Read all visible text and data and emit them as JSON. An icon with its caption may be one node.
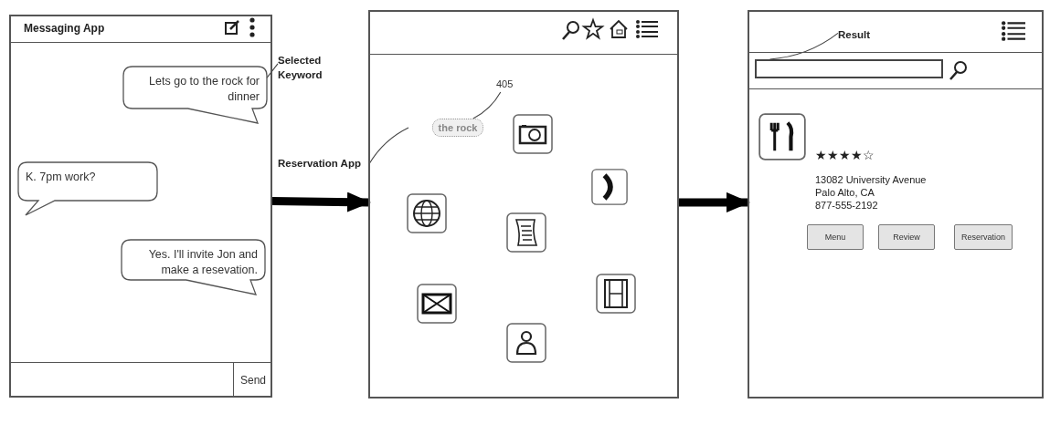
{
  "diagram": {
    "nodes": [
      {
        "text": [
          "Messaging App"
        ]
      },
      {
        "text": [
          "Lets go to the rock for dinner"
        ],
        "in": 0
      },
      {
        "text": [
          "K. 7pm work?"
        ],
        "in": 0
      },
      {
        "text": [
          "Yes. I'll invite Jon and make a resevation."
        ],
        "in": 0
      },
      {
        "text": [
          "Send"
        ],
        "in": 0
      },
      {
        "text": [
          "Selected Keyword"
        ]
      },
      {
        "text": [],
        "shape": "box"
      },
      {
        "text": [
          "the rock"
        ],
        "in": 6
      },
      {
        "text": [
          "405"
        ],
        "in": 6
      },
      {
        "text": [
          "Reservation App"
        ]
      },
      {
        "text": [],
        "shape": "box"
      },
      {
        "text": [],
        "shape": "box",
        "in": 10
      },
      {
        "text": [
          "Result"
        ],
        "in": 10
      },
      {
        "text": [
          "Menu"
        ],
        "in": 10
      },
      {
        "text": [
          "Review"
        ],
        "in": 10
      },
      {
        "text": [
          "Reservation"
        ],
        "in": 10
      }
    ],
    "edges": [
      {
        "from": 0,
        "to": 6,
        "arrow": "to",
        "style": "thick"
      },
      {
        "from": 6,
        "to": 10,
        "arrow": "to",
        "style": "thick"
      },
      {
        "from": 5,
        "to": 1,
        "arrow": "none"
      },
      {
        "from": 8,
        "to": 7,
        "arrow": "none"
      },
      {
        "from": 9,
        "to": null,
        "arrow": "none"
      },
      {
        "from": 12,
        "to": 11,
        "arrow": "none"
      }
    ],
    "labels": [
      "★★★★☆",
      "13082 University Avenue",
      "Palo Alto, CA",
      "877-555-2192"
    ]
  }
}
